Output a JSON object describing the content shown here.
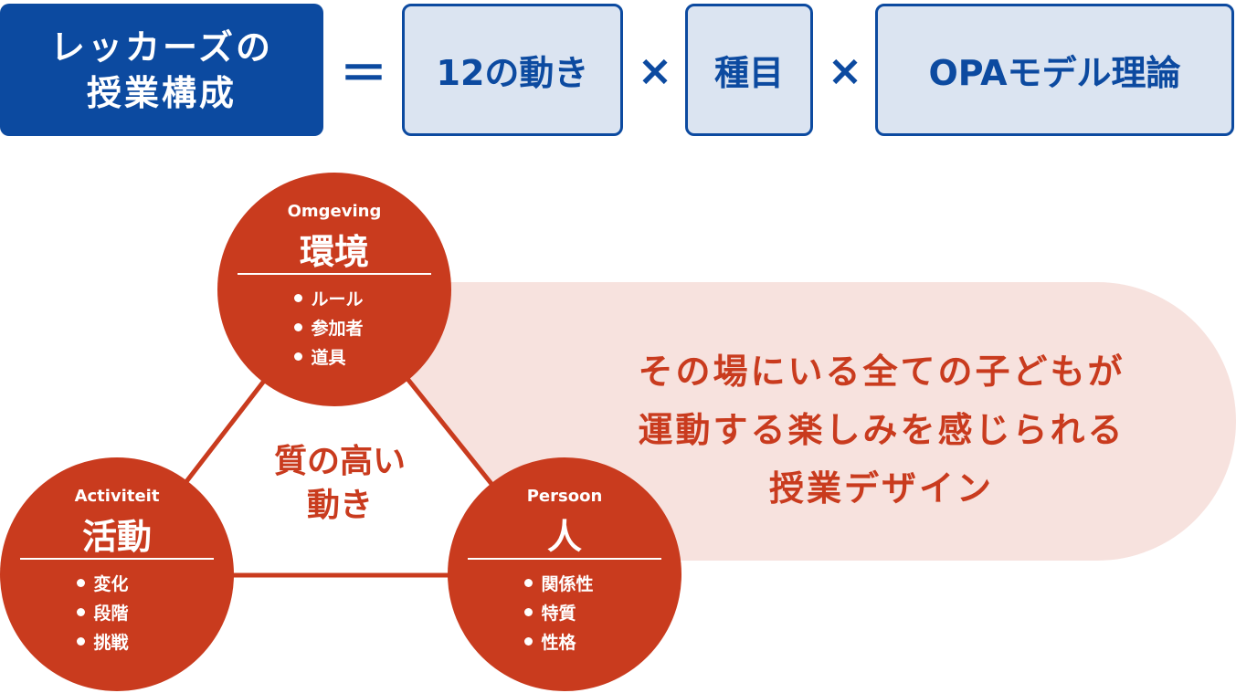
{
  "header": {
    "title_line1": "レッカーズの",
    "title_line2": "授業構成",
    "equals": "＝",
    "times": "×",
    "components": [
      "12の動き",
      "種目",
      "OPAモデル理論"
    ]
  },
  "diagram": {
    "center_line1": "質の高い",
    "center_line2": "動き",
    "nodes": {
      "omgeving": {
        "en": "Omgeving",
        "jp": "環境",
        "items": [
          "ルール",
          "参加者",
          "道具"
        ]
      },
      "activiteit": {
        "en": "Activiteit",
        "jp": "活動",
        "items": [
          "変化",
          "段階",
          "挑戦"
        ]
      },
      "persoon": {
        "en": "Persoon",
        "jp": "人",
        "items": [
          "関係性",
          "特質",
          "性格"
        ]
      }
    }
  },
  "message": {
    "line1": "その場にいる全ての子どもが",
    "line2": "運動する楽しみを感じられる",
    "line3": "授業デザイン"
  },
  "colors": {
    "navy": "#0c4aa0",
    "light_blue": "#dbe4f1",
    "red": "#c93b1e",
    "pink": "#f7e2de"
  }
}
